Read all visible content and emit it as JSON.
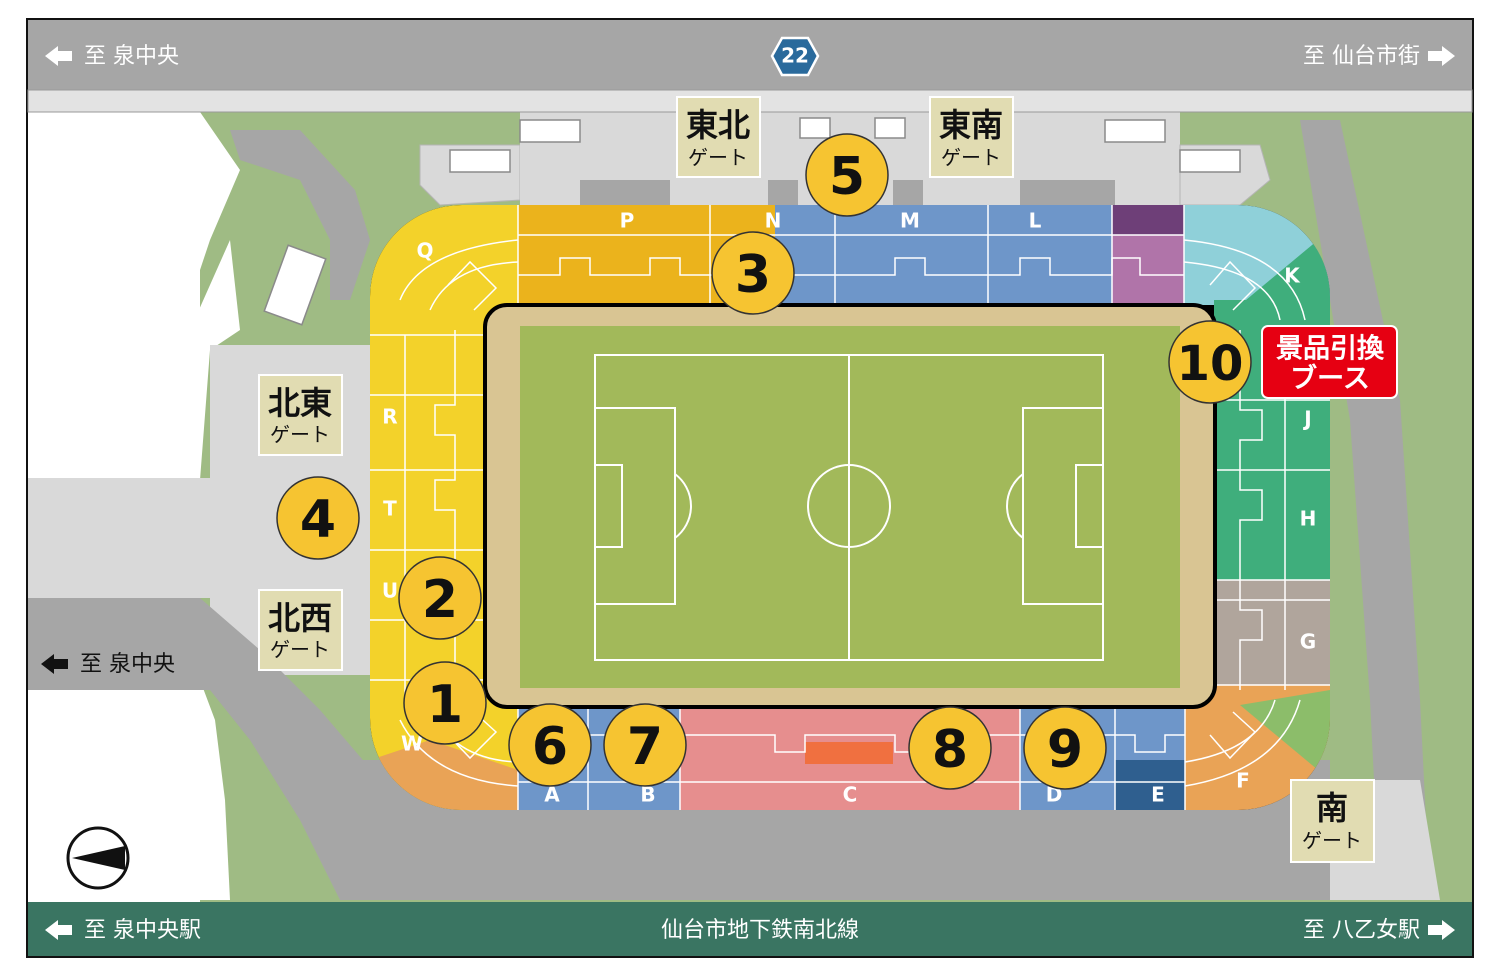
{
  "top_road": {
    "left": "至 泉中央",
    "right": "至 仙台市街",
    "route_number": "22"
  },
  "bottom_road": {
    "left": "至 泉中央駅",
    "center": "仙台市地下鉄南北線",
    "right": "至 八乙女駅"
  },
  "left_road": {
    "label": "至 泉中央"
  },
  "gates": {
    "tohoku": {
      "name": "東北",
      "sub": "ゲート"
    },
    "tonan": {
      "name": "東南",
      "sub": "ゲート"
    },
    "hokuto": {
      "name": "北東",
      "sub": "ゲート"
    },
    "hokusei": {
      "name": "北西",
      "sub": "ゲート"
    },
    "minami": {
      "name": "南",
      "sub": "ゲート"
    }
  },
  "prize_booth": {
    "line1": "景品引換",
    "line2": "ブース"
  },
  "sections": {
    "P": "P",
    "N": "N",
    "M": "M",
    "L": "L",
    "Q": "Q",
    "R": "R",
    "T": "T",
    "U": "U",
    "W": "W",
    "A": "A",
    "B": "B",
    "C": "C",
    "D": "D",
    "E": "E",
    "F": "F",
    "G": "G",
    "H": "H",
    "J": "J",
    "K": "K"
  },
  "points": [
    "1",
    "2",
    "3",
    "4",
    "5",
    "6",
    "7",
    "8",
    "9",
    "10"
  ],
  "colors": {
    "yellow": "#f3d22a",
    "gold": "#ebb31c",
    "blue": "#6e96c9",
    "dark_blue": "#2f5f8f",
    "purple": "#6e3f78",
    "mauve": "#b074a9",
    "light_blue": "#8fd0d9",
    "green_seat": "#3fae7c",
    "grey_seat": "#b0a59c",
    "orange": "#e9a356",
    "pink": "#e68e8e",
    "pitch": "#a2b95a",
    "track": "#d9c593",
    "road": "#a6a6a6",
    "rail": "#3a7562",
    "grass": "#9fbb84",
    "badge": "#f6c431",
    "prize_red": "#e60012",
    "gate_bg": "#e1dcb2"
  }
}
